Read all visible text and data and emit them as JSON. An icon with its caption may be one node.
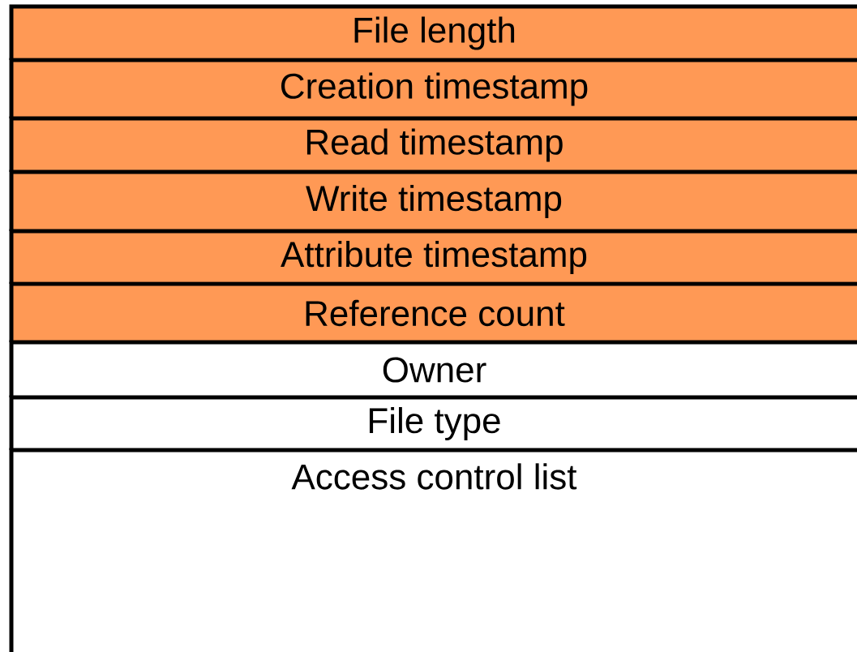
{
  "diagram": {
    "nodes": [
      {
        "text": [
          "File length"
        ]
      },
      {
        "text": [
          "Creation timestamp"
        ]
      },
      {
        "text": [
          "Read timestamp"
        ]
      },
      {
        "text": [
          "Write timestamp"
        ]
      },
      {
        "text": [
          "Attribute timestamp"
        ]
      },
      {
        "text": [
          "Reference count"
        ]
      },
      {
        "text": [
          "Owner"
        ]
      },
      {
        "text": [
          "File type"
        ]
      },
      {
        "text": [
          "Access control list"
        ]
      }
    ]
  }
}
